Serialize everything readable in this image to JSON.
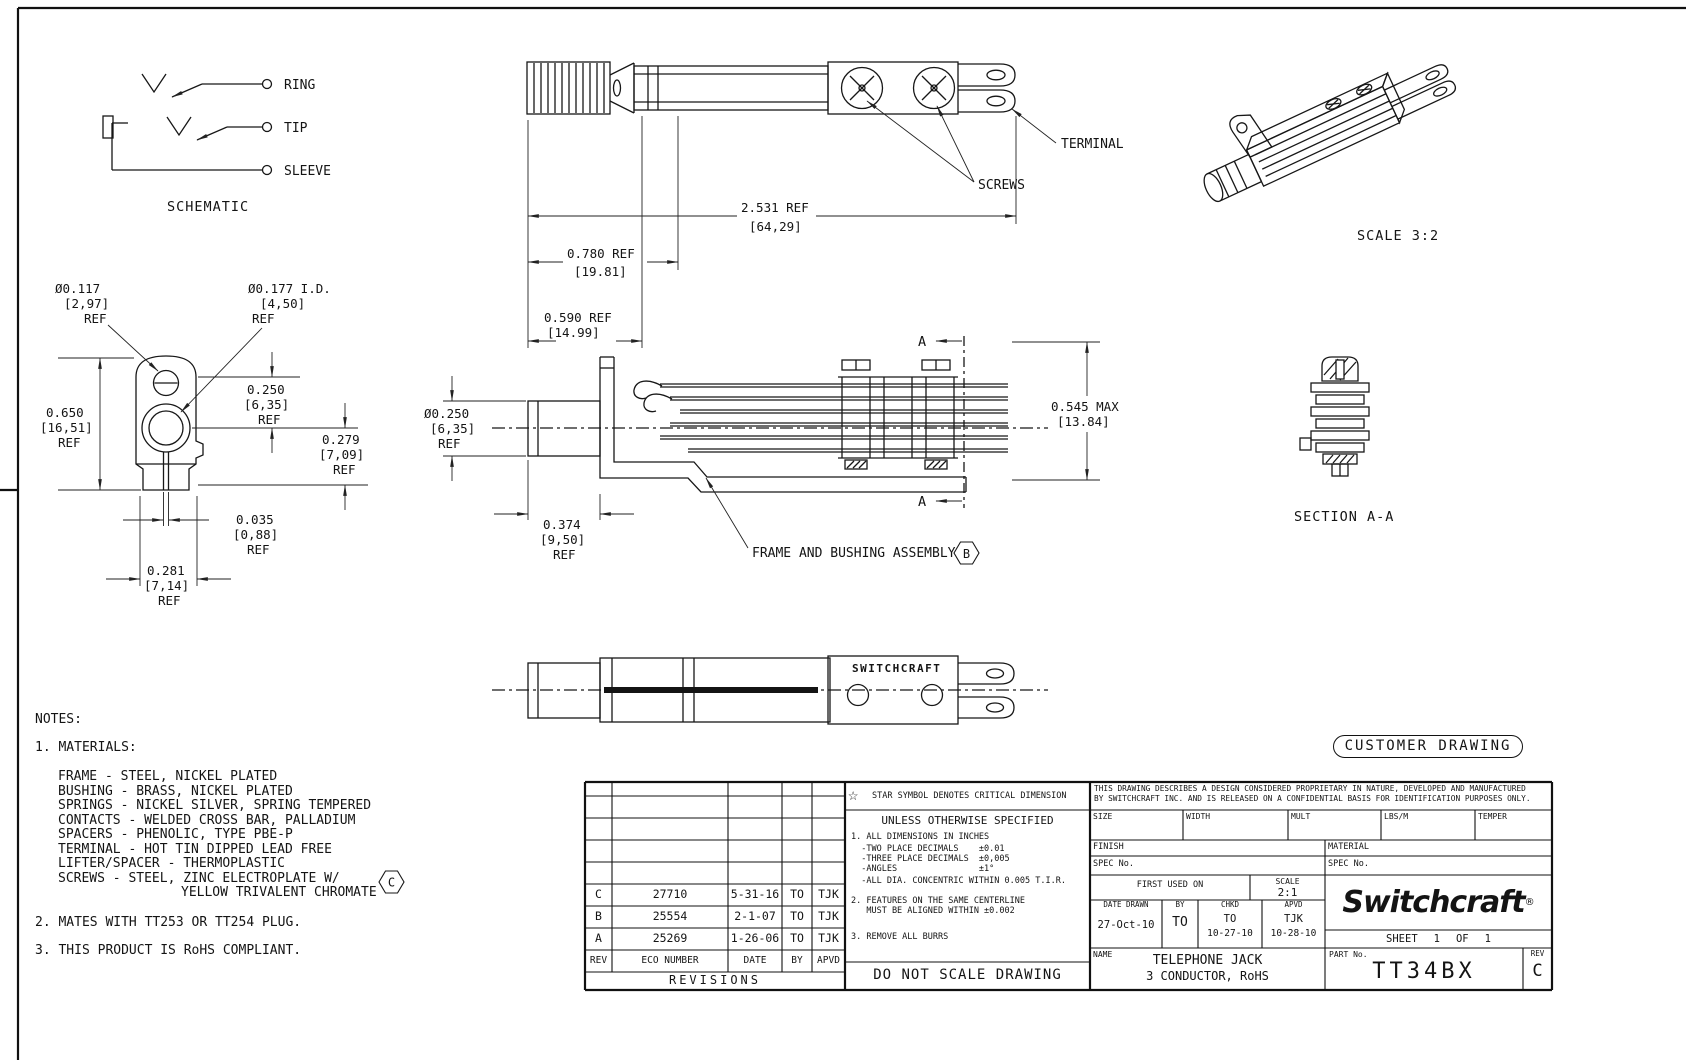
{
  "sheet": {
    "customer_drawing": "CUSTOMER DRAWING"
  },
  "icons": {
    "star": "☆"
  },
  "schematic": {
    "title": "SCHEMATIC",
    "ring": "RING",
    "tip": "TIP",
    "sleeve": "SLEEVE"
  },
  "top_view": {
    "terminal": "TERMINAL",
    "screws": "SCREWS",
    "dim_overall": "2.531 REF",
    "dim_overall_mm": "[64,29]",
    "dim_a": "0.780 REF",
    "dim_a_mm": "[19.81]",
    "dim_b": "0.590 REF",
    "dim_b_mm": "[14.99]"
  },
  "iso_view": {
    "scale": "SCALE  3:2"
  },
  "front_view": {
    "dia_small": "Ø0.117",
    "dia_small_mm": "[2,97]",
    "dia_small_ref": "REF",
    "dia_id": "Ø0.177  I.D.",
    "dia_id_mm": "[4,50]",
    "dia_id_ref": "REF",
    "height": "0.650",
    "height_mm": "[16,51]",
    "height_ref": "REF",
    "dim_250": "0.250",
    "dim_250_mm": "[6,35]",
    "dim_250_ref": "REF",
    "dim_279": "0.279",
    "dim_279_mm": "[7,09]",
    "dim_279_ref": "REF",
    "dim_035": "0.035",
    "dim_035_mm": "[0,88]",
    "dim_035_ref": "REF",
    "dim_281": "0.281",
    "dim_281_mm": "[7,14]",
    "dim_281_ref": "REF"
  },
  "main_view": {
    "dia_bushing": "Ø0.250",
    "dia_bushing_mm": "[6,35]",
    "dia_bushing_ref": "REF",
    "dim_374": "0.374",
    "dim_374_mm": "[9,50]",
    "dim_374_ref": "REF",
    "dim_545": "0.545 MAX",
    "dim_545_mm": "[13.84]",
    "section_marker": "A",
    "callout": "FRAME AND BUSHING ASSEMBLY",
    "callout_flag": "B"
  },
  "section_view": {
    "title": "SECTION  A-A"
  },
  "bottom_view": {
    "brand": "SWITCHCRAFT"
  },
  "notes": {
    "heading": "NOTES:",
    "item1": "1. MATERIALS:",
    "materials": [
      "FRAME - STEEL, NICKEL PLATED",
      "BUSHING - BRASS, NICKEL PLATED",
      "SPRINGS - NICKEL SILVER, SPRING TEMPERED",
      "CONTACTS - WELDED CROSS BAR, PALLADIUM",
      "SPACERS - PHENOLIC, TYPE PBE-P",
      "TERMINAL - HOT TIN DIPPED LEAD FREE",
      "LIFTER/SPACER - THERMOPLASTIC",
      "SCREWS - STEEL, ZINC ELECTROPLATE W/"
    ],
    "materials_cont": "YELLOW TRIVALENT CHROMATE",
    "rev_flag": "C",
    "item2": "2. MATES WITH TT253 OR TT254 PLUG.",
    "item3": "3. THIS PRODUCT IS RoHS COMPLIANT."
  },
  "title_block": {
    "revisions": {
      "caption": "REVISIONS",
      "headers": {
        "rev": "REV",
        "eco": "ECO NUMBER",
        "date": "DATE",
        "by": "BY",
        "apvd": "APVD"
      },
      "rows": [
        {
          "rev": "C",
          "eco": "27710",
          "date": "5-31-16",
          "by": "TO",
          "apvd": "TJK"
        },
        {
          "rev": "B",
          "eco": "25554",
          "date": "2-1-07",
          "by": "TO",
          "apvd": "TJK"
        },
        {
          "rev": "A",
          "eco": "25269",
          "date": "1-26-06",
          "by": "TO",
          "apvd": "TJK"
        }
      ]
    },
    "tolerances": {
      "star_note": "STAR SYMBOL DENOTES CRITICAL DIMENSION",
      "heading": "UNLESS OTHERWISE SPECIFIED",
      "lines": [
        "1. ALL DIMENSIONS IN INCHES",
        "  -TWO PLACE DECIMALS    ±0.01",
        "  -THREE PLACE DECIMALS  ±0,005",
        "  -ANGLES                ±1°",
        "  -ALL DIA. CONCENTRIC WITHIN 0.005 T.I.R.",
        "2. FEATURES ON THE SAME CENTERLINE",
        "   MUST BE ALIGNED WITHIN ±0.002",
        "3. REMOVE ALL BURRS"
      ],
      "do_not_scale": "DO NOT SCALE DRAWING"
    },
    "proprietary_1": "THIS DRAWING DESCRIBES A DESIGN CONSIDERED PROPRIETARY IN NATURE, DEVELOPED AND MANUFACTURED",
    "proprietary_2": "BY SWITCHCRAFT INC. AND IS RELEASED ON A CONFIDENTIAL BASIS FOR IDENTIFICATION PURPOSES ONLY.",
    "labels": {
      "size": "SIZE",
      "width": "WIDTH",
      "mult": "MULT",
      "lbsm": "LBS/M",
      "temper": "TEMPER",
      "finish": "FINISH",
      "finish_spec": "SPEC No.",
      "material": "MATERIAL",
      "material_spec": "SPEC No.",
      "first_used": "FIRST USED ON",
      "scale": "SCALE",
      "date_drawn": "DATE DRAWN",
      "by": "BY",
      "chkd": "CHKD",
      "apvd": "APVD",
      "sheet": "SHEET",
      "of": "OF",
      "name": "NAME",
      "part_no": "PART No.",
      "rev": "REV"
    },
    "values": {
      "scale": "2:1",
      "date_drawn": "27-Oct-10",
      "by": "TO",
      "chkd": "TO",
      "chkd_date": "10-27-10",
      "apvd": "TJK",
      "apvd_date": "10-28-10",
      "sheet": "1",
      "of": "1",
      "name_1": "TELEPHONE JACK",
      "name_2": "3 CONDUCTOR, RoHS",
      "part_no": "TT34BX",
      "rev": "C"
    },
    "logo": "Switchcraft",
    "logo_reg": "®"
  }
}
